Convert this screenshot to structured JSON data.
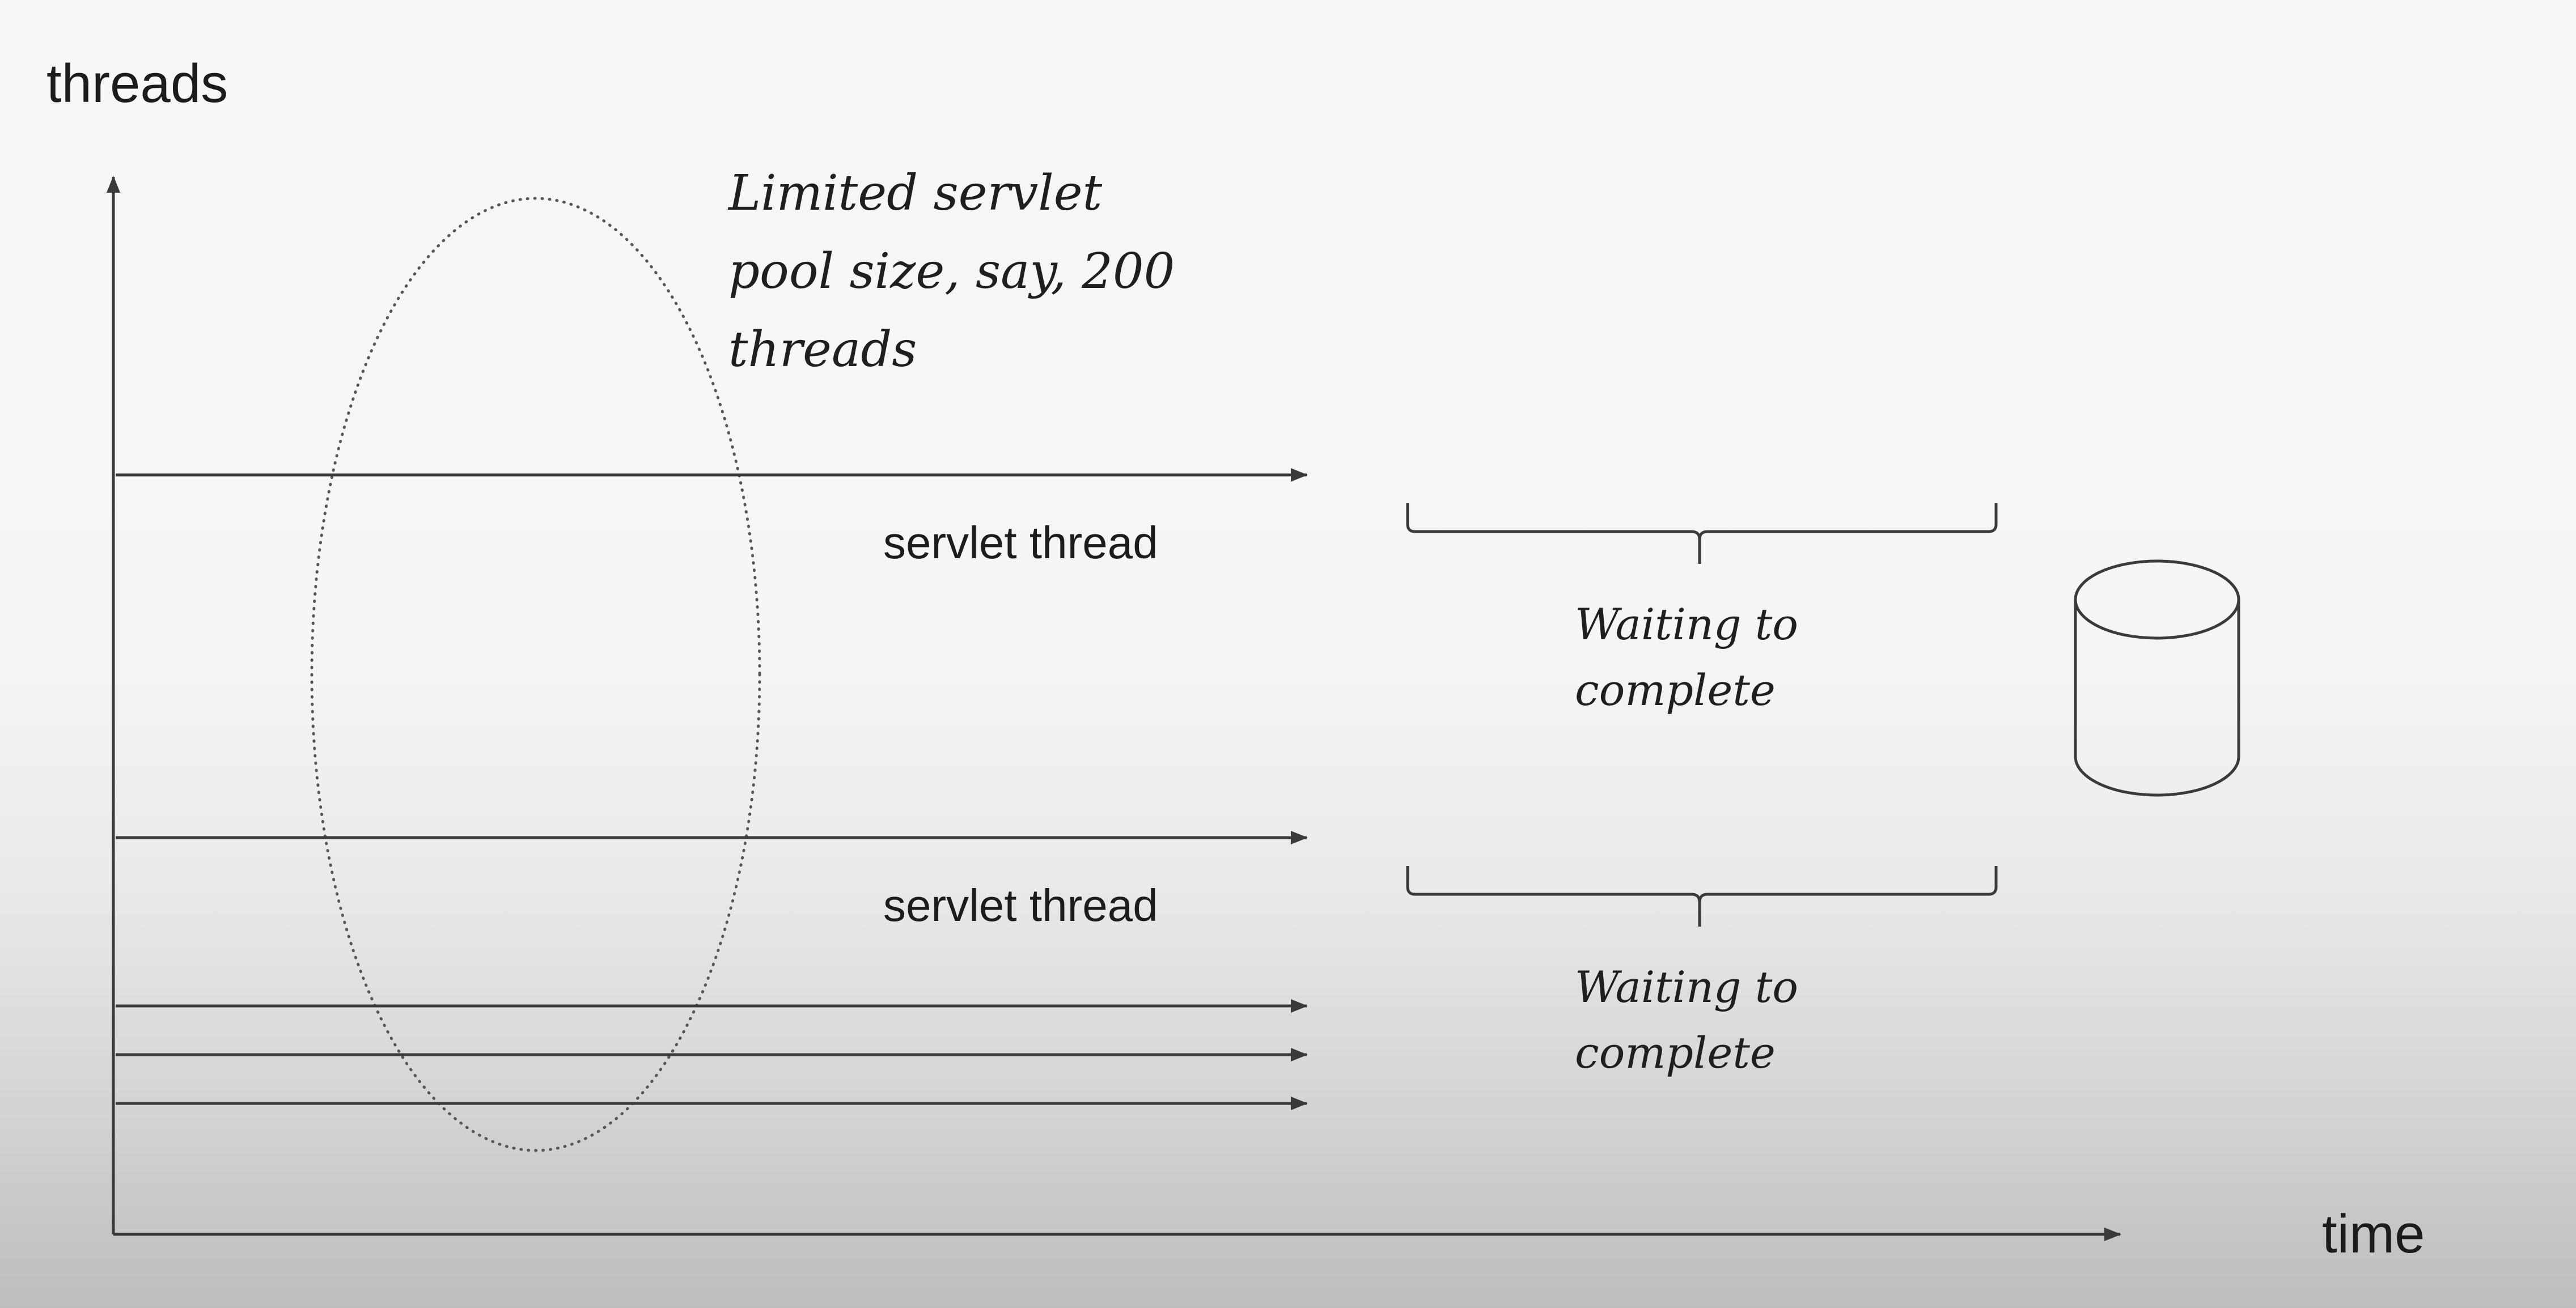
{
  "axes": {
    "y_label": "threads",
    "x_label": "time"
  },
  "pool_note": {
    "lines": [
      "Limited servlet",
      "pool size, say, 200",
      "threads"
    ]
  },
  "threads": [
    {
      "label": "servlet thread"
    },
    {
      "label": "servlet thread"
    }
  ],
  "waits": [
    {
      "lines": [
        "Waiting to",
        "complete"
      ]
    },
    {
      "lines": [
        "Waiting to",
        "complete"
      ]
    }
  ],
  "database": {
    "icon": "database-icon"
  },
  "colors": {
    "ink": "#3a3a3a",
    "text": "#1c1c1c"
  }
}
